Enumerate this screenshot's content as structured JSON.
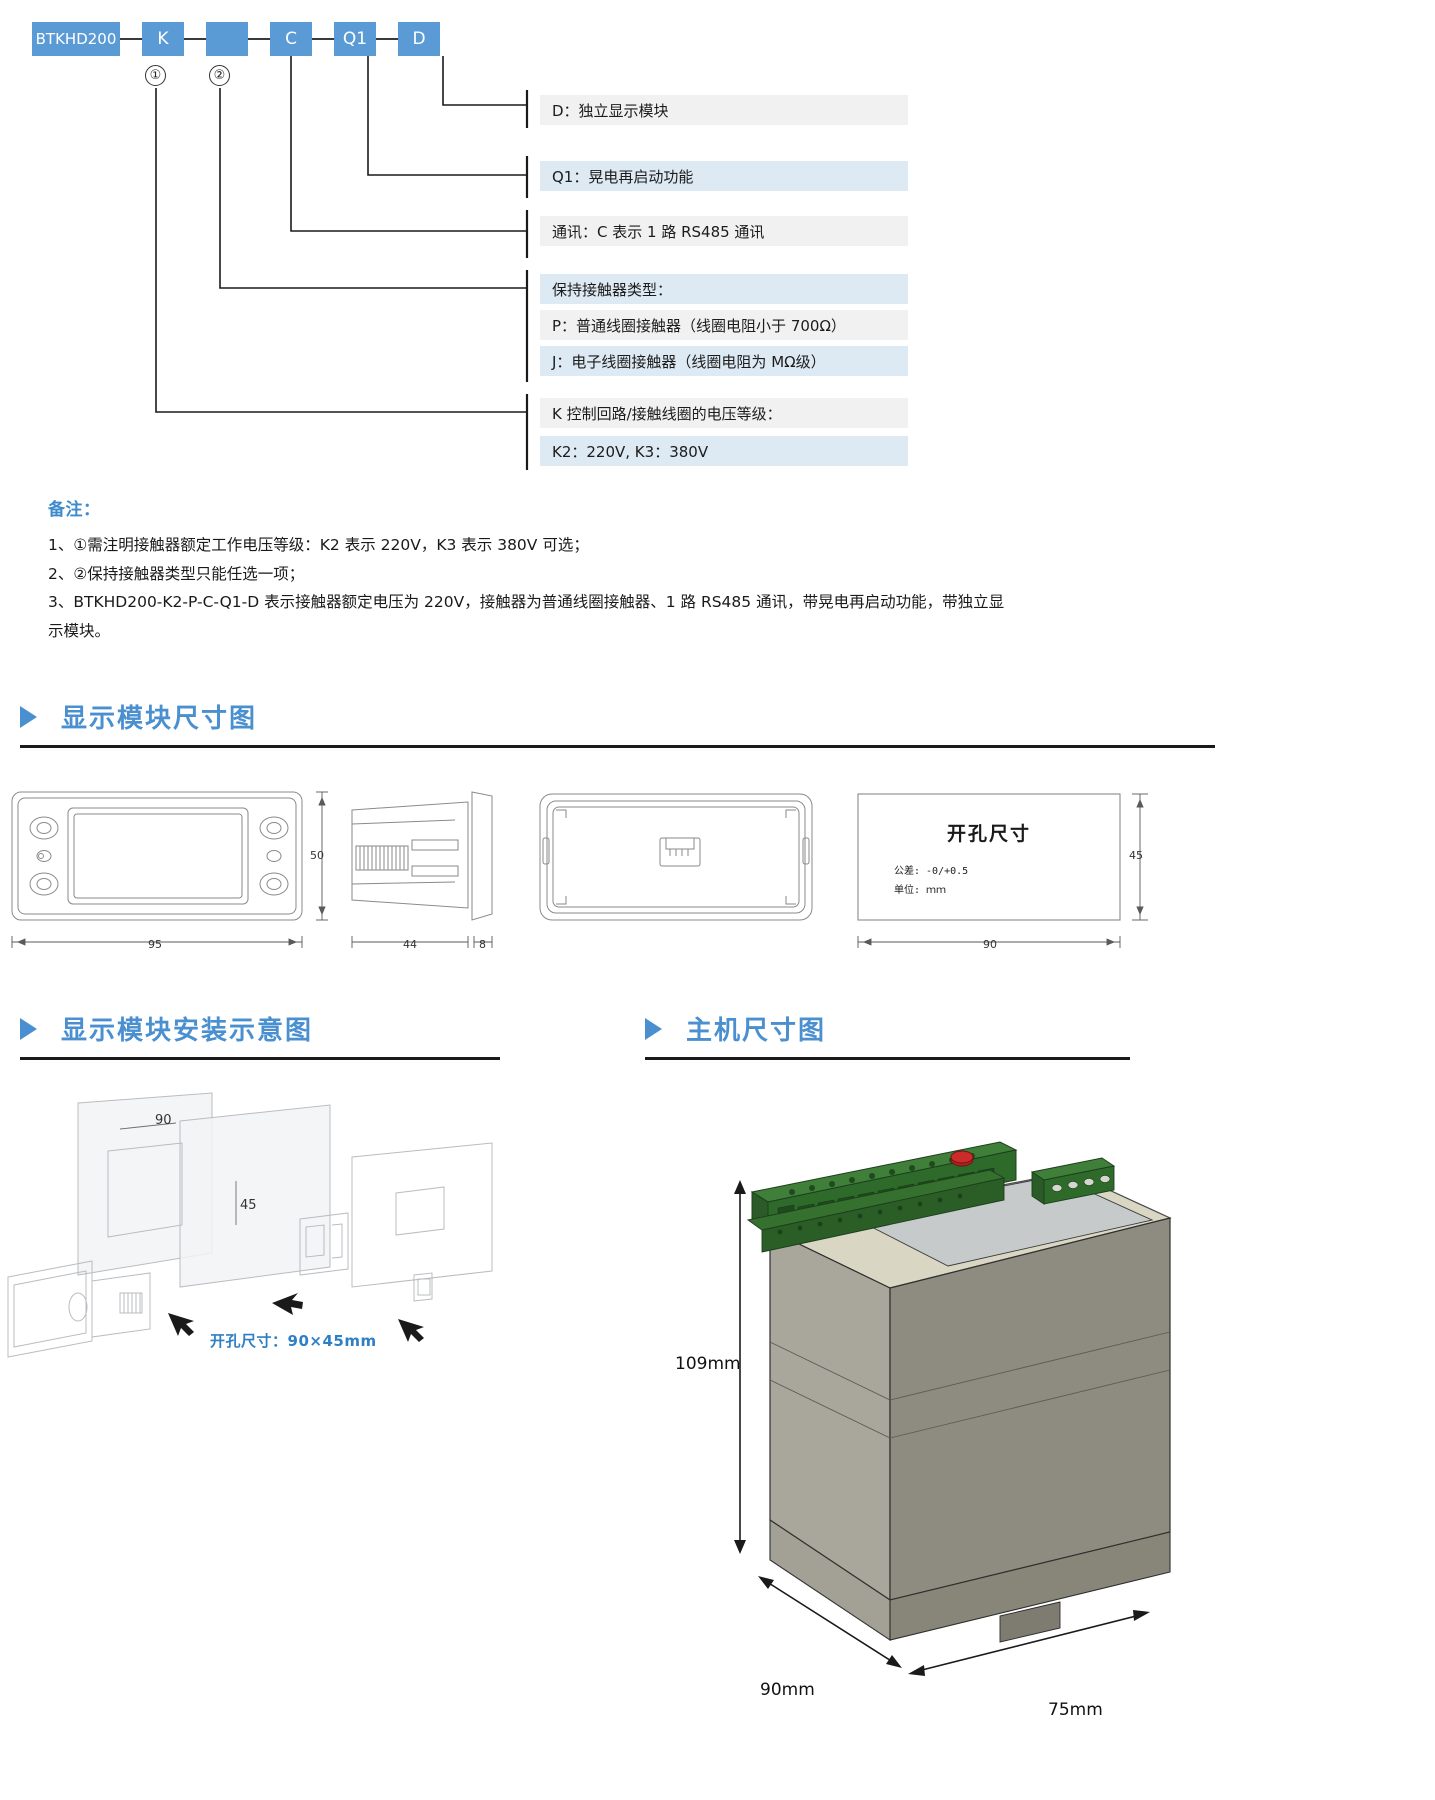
{
  "model_code": {
    "segments": [
      {
        "id": "base",
        "label": "BTKHD200",
        "type": "wide"
      },
      {
        "id": "k",
        "label": "K",
        "type": "square"
      },
      {
        "id": "blank",
        "label": "",
        "type": "square"
      },
      {
        "id": "c",
        "label": "C",
        "type": "square"
      },
      {
        "id": "q1",
        "label": "Q1",
        "type": "square"
      },
      {
        "id": "d",
        "label": "D",
        "type": "square"
      }
    ],
    "markers": [
      {
        "id": "marker-1",
        "label": "①"
      },
      {
        "id": "marker-2",
        "label": "②"
      }
    ],
    "legend": [
      {
        "id": "legend-d",
        "text": "D：独立显示模块",
        "shade": "gray"
      },
      {
        "id": "legend-q1",
        "text": "Q1：晃电再启动功能",
        "shade": "blue"
      },
      {
        "id": "legend-c",
        "text": "通讯：C 表示 1 路 RS485 通讯",
        "shade": "gray"
      },
      {
        "id": "legend-hold",
        "text": "保持接触器类型：",
        "shade": "blue"
      },
      {
        "id": "legend-p",
        "text": "P：普通线圈接触器（线圈电阻小于 700Ω）",
        "shade": "gray"
      },
      {
        "id": "legend-j",
        "text": "J：电子线圈接触器（线圈电阻为 MΩ级）",
        "shade": "blue"
      },
      {
        "id": "legend-k",
        "text": "K  控制回路/接触线圈的电压等级：",
        "shade": "gray"
      },
      {
        "id": "legend-k23",
        "text": "K2：220V, K3：380V",
        "shade": "blue"
      }
    ]
  },
  "notes": {
    "title": "备注：",
    "lines": [
      "1、①需注明接触器额定工作电压等级：K2 表示 220V，K3 表示 380V 可选；",
      "2、②保持接触器类型只能任选一项；",
      "3、BTKHD200-K2-P-C-Q1-D 表示接触器额定电压为 220V，接触器为普通线圈接触器、1 路 RS485 通讯，带晃电再启动功能，带独立显",
      "示模块。"
    ]
  },
  "sections": {
    "display_dims": {
      "title": "显示模块尺寸图",
      "dims": {
        "front_width": "95",
        "front_height": "50",
        "side_body": "44",
        "side_flange": "8",
        "cutout_width": "90",
        "cutout_height": "45"
      },
      "cutout_box": {
        "title": "开孔尺寸",
        "tolerance": "公差: -0/+0.5",
        "unit": "单位: ｍｍ"
      }
    },
    "install_diagram": {
      "title": "显示模块安装示意图",
      "dims": {
        "width": "90",
        "height": "45"
      },
      "caption": "开孔尺寸：90×45mm"
    },
    "host_dims": {
      "title": "主机尺寸图",
      "dims": {
        "height": "109mm",
        "width": "90mm",
        "depth": "75mm"
      }
    }
  },
  "colors": {
    "accent_blue": "#4a90d0",
    "box_blue": "#5b9bd5",
    "row_gray": "#f1f1f1",
    "row_blue": "#dde9f3",
    "pcb_green": "#2f6b2f",
    "case_gray": "#9c9a8e"
  }
}
